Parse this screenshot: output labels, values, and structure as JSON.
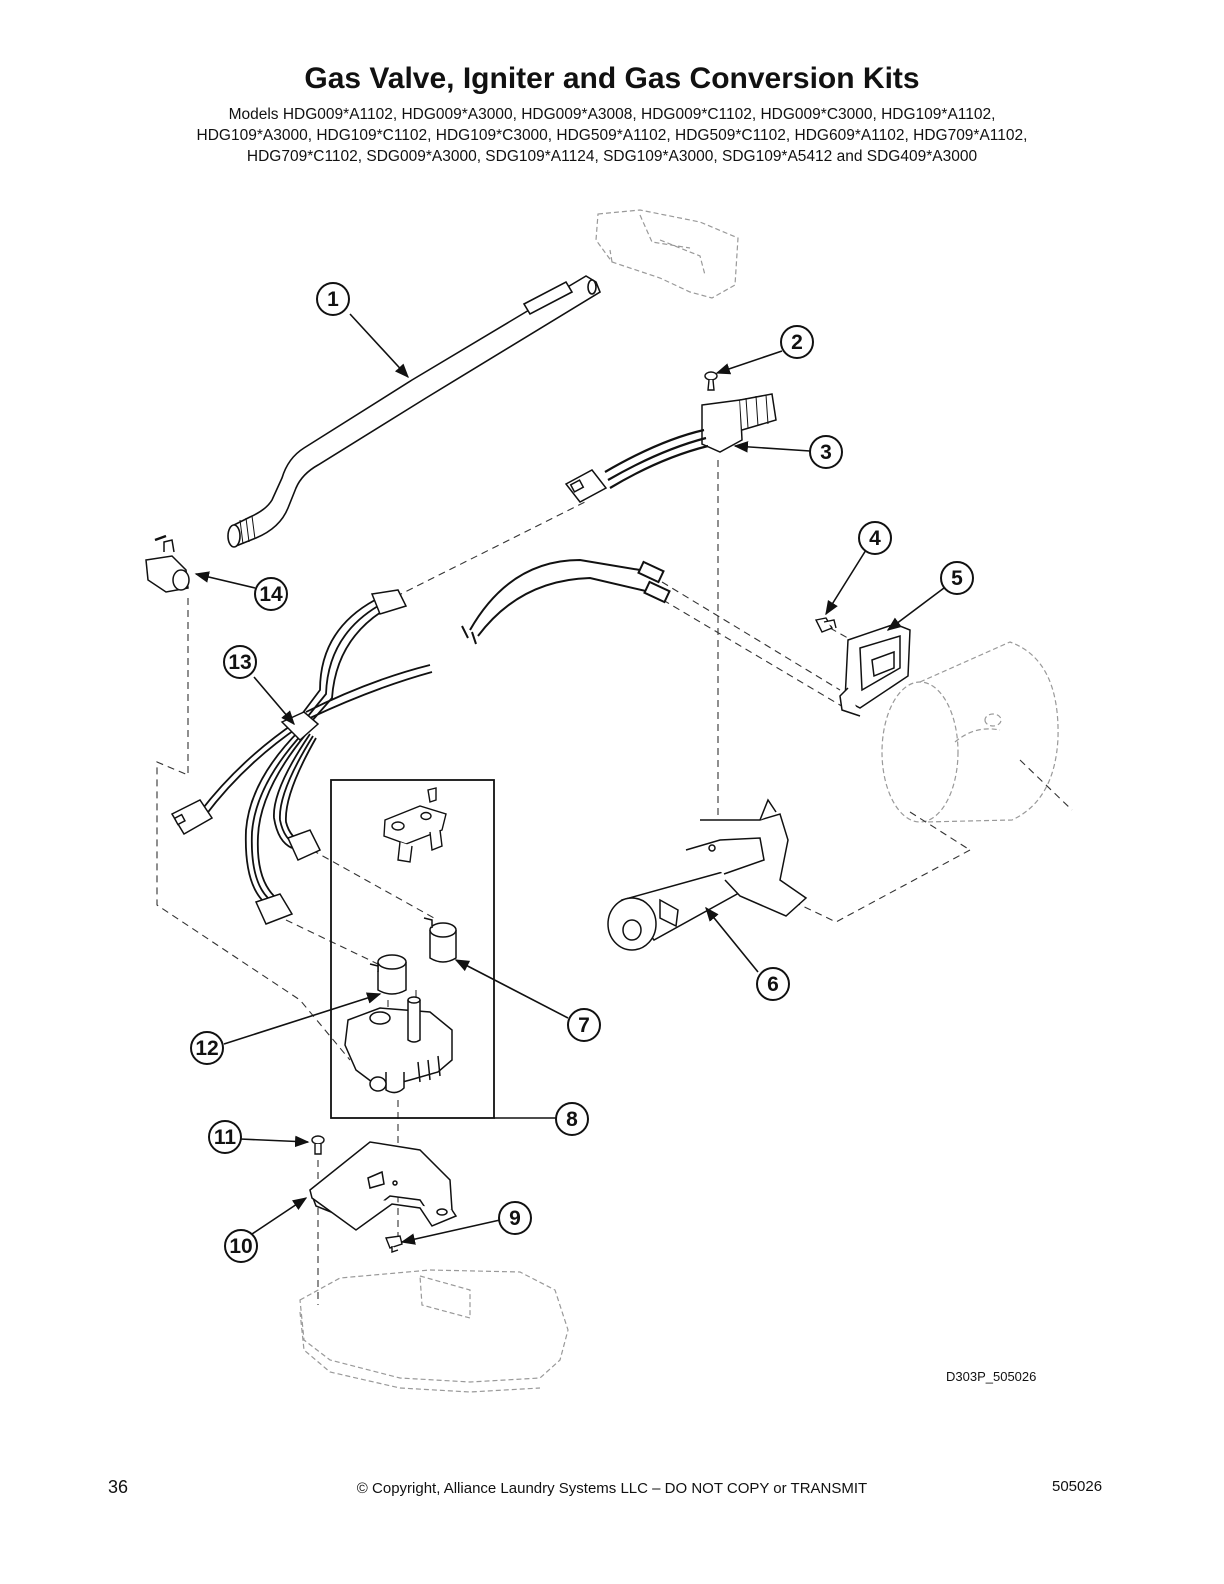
{
  "page": {
    "title": "Gas Valve, Igniter and Gas Conversion Kits",
    "models_lines": [
      "Models HDG009*A1102, HDG009*A3000, HDG009*A3008, HDG009*C1102, HDG009*C3000, HDG109*A1102,",
      "HDG109*A3000, HDG109*C1102, HDG109*C3000, HDG509*A1102, HDG509*C1102, HDG609*A1102, HDG709*A1102,",
      "HDG709*C1102, SDG009*A3000, SDG109*A1124, SDG109*A3000, SDG109*A5412 and SDG409*A3000"
    ],
    "drawing_code": "D303P_505026",
    "page_number": "36",
    "copyright": "© Copyright, Alliance Laundry Systems LLC – DO NOT COPY or TRANSMIT",
    "doc_number": "505026"
  },
  "callouts": [
    "1",
    "2",
    "3",
    "4",
    "5",
    "6",
    "7",
    "8",
    "9",
    "10",
    "11",
    "12",
    "13",
    "14"
  ]
}
